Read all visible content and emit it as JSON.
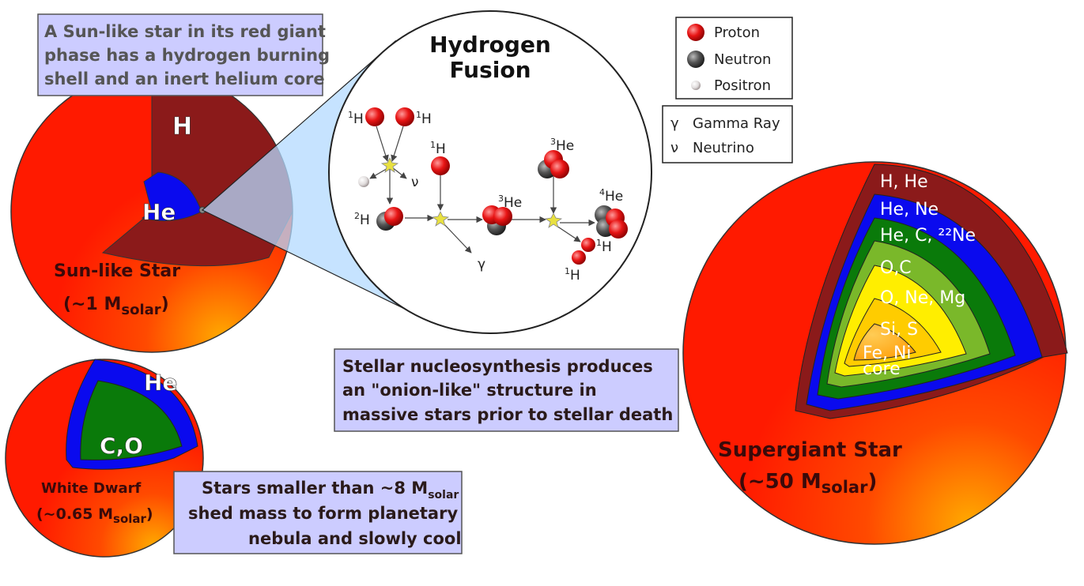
{
  "captions": {
    "red_giant": [
      "A Sun-like star in its red giant",
      "phase has a hydrogen burning",
      "shell and an inert helium core"
    ],
    "onion": [
      "Stellar nucleosynthesis produces",
      "an \"onion-like\" structure in",
      "massive stars prior to stellar death"
    ],
    "white_dwarf_fate": [
      "Stars smaller than ~8 M",
      "solar",
      "shed mass to form planetary",
      "nebula and slowly cool"
    ]
  },
  "sun_star": {
    "shell_label": "H",
    "core_label": "He",
    "name": "Sun-like Star",
    "mass_prefix": "(~1 M",
    "mass_sub": "solar",
    "mass_suffix": ")"
  },
  "white_dwarf": {
    "shell_label": "He",
    "core_label": "C,O",
    "name": "White Dwarf",
    "mass_prefix": "(~0.65 M",
    "mass_sub": "solar",
    "mass_suffix": ")"
  },
  "supergiant": {
    "layers": [
      "H, He",
      "He, Ne",
      "He, C, ²²Ne",
      "O,C",
      "O, Ne, Mg",
      "Si, S",
      "Fe, Ni",
      "core"
    ],
    "name": "Supergiant Star",
    "mass_prefix": "(~50 M",
    "mass_sub": "solar",
    "mass_suffix": ")"
  },
  "fusion": {
    "title_line1": "Hydrogen",
    "title_line2": "Fusion",
    "labels": {
      "h1a": "H",
      "h1b": "H",
      "h1c": "H",
      "h2": "H",
      "he3a": "He",
      "he3b": "He",
      "he4": "He",
      "h1d": "H",
      "h1e": "H",
      "sup1": "1",
      "sup2": "2",
      "sup3": "3",
      "sup4": "4",
      "nu": "ν",
      "gamma": "γ"
    }
  },
  "legend": {
    "particles": [
      {
        "label": "Proton",
        "color": "#e01010"
      },
      {
        "label": "Neutron",
        "color": "#555555"
      },
      {
        "label": "Positron",
        "color": "#dddddd"
      }
    ],
    "symbols": [
      {
        "symbol": "γ",
        "label": "Gamma Ray"
      },
      {
        "symbol": "ν",
        "label": "Neutrino"
      }
    ]
  },
  "colors": {
    "star_red": "#ff1a00",
    "shell_dark": "#8b1a1a",
    "helium_blue": "#0a0aee",
    "carbon_green": "#0a7a0a",
    "caption_bg": "#ccccff"
  }
}
